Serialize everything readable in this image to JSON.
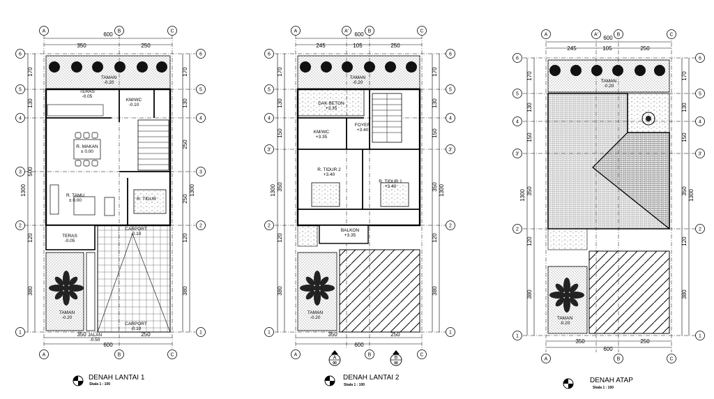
{
  "plans": [
    {
      "id": "lantai1",
      "title": "DENAH LANTAI 1",
      "scale": "Skala 1 : 100",
      "top_axes": [
        "A",
        "B",
        "C"
      ],
      "bottom_axes": [
        "A",
        "B",
        "C"
      ],
      "top_dims": [
        "600",
        "350",
        "250"
      ],
      "bottom_dims": [
        "350",
        "250",
        "600"
      ],
      "left_axes": [
        "6",
        "5",
        "4",
        "3",
        "2",
        "1"
      ],
      "right_axes": [
        "6",
        "5",
        "4",
        "3",
        "2",
        "1"
      ],
      "left_dims": [
        "170",
        "130",
        "500",
        "120",
        "380",
        "1300"
      ],
      "right_dims": [
        "170",
        "130",
        "250",
        "250",
        "120",
        "380",
        "1300"
      ],
      "rooms": [
        {
          "name": "TAMAN",
          "level": "-0.20"
        },
        {
          "name": "TERAS",
          "level": "-0.05"
        },
        {
          "name": "KM/WC",
          "level": "-0.10"
        },
        {
          "name": "R. MAKAN",
          "level": "± 0.00"
        },
        {
          "name": "R. TAMU",
          "level": "± 0.00"
        },
        {
          "name": "R. TIDUR",
          "level": ""
        },
        {
          "name": "CARPORT",
          "level": "-0.10"
        },
        {
          "name": "TERAS",
          "level": "-0.05"
        },
        {
          "name": "TAMAN",
          "level": "-0.20"
        },
        {
          "name": "CARPORT",
          "level": "-0.10"
        },
        {
          "name": "JALAN",
          "level": "-0.50"
        }
      ]
    },
    {
      "id": "lantai2",
      "title": "DENAH LANTAI 2",
      "scale": "Skala 1 : 100",
      "top_axes": [
        "A",
        "A'",
        "B",
        "C"
      ],
      "bottom_axes": [
        "A",
        "B",
        "C"
      ],
      "top_dims": [
        "600",
        "245",
        "105",
        "250"
      ],
      "bottom_dims": [
        "350",
        "250",
        "600"
      ],
      "left_axes": [
        "6",
        "5",
        "4",
        "3'",
        "2",
        "1"
      ],
      "right_axes": [
        "6",
        "5",
        "4",
        "3'",
        "2",
        "1"
      ],
      "left_dims": [
        "170",
        "130",
        "150",
        "350",
        "1300",
        "120",
        "380"
      ],
      "right_dims": [
        "170",
        "130",
        "150",
        "350",
        "1300",
        "120",
        "380"
      ],
      "rooms": [
        {
          "name": "TAMAN",
          "level": "-0.20"
        },
        {
          "name": "DAK BETON",
          "level": "+3.35"
        },
        {
          "name": "FOYER",
          "level": "+3.40"
        },
        {
          "name": "KM/WC",
          "level": "+3.35"
        },
        {
          "name": "R. TIDUR 2",
          "level": "+3.40"
        },
        {
          "name": "R. TIDUR 1",
          "level": "+3.40"
        },
        {
          "name": "BALKON",
          "level": "+3.35"
        },
        {
          "name": "TAMAN",
          "level": "-0.20"
        }
      ],
      "sections": [
        {
          "letter": "A",
          "num": "00"
        },
        {
          "letter": "B",
          "num": "00"
        }
      ]
    },
    {
      "id": "atap",
      "title": "DENAH ATAP",
      "scale": "Skala 1 : 100",
      "top_axes": [
        "A",
        "A'",
        "B",
        "C"
      ],
      "bottom_axes": [
        "A",
        "B",
        "C"
      ],
      "top_dims": [
        "600",
        "245",
        "105",
        "250"
      ],
      "bottom_dims": [
        "350",
        "250",
        "600"
      ],
      "left_axes": [
        "6",
        "5",
        "4",
        "3'",
        "2",
        "1"
      ],
      "right_axes": [
        "6",
        "5",
        "4",
        "3'",
        "2",
        "1"
      ],
      "left_dims": [
        "170",
        "130",
        "150",
        "350",
        "1300",
        "120",
        "380"
      ],
      "right_dims": [
        "170",
        "130",
        "150",
        "350",
        "1300",
        "120",
        "380"
      ],
      "rooms": [
        {
          "name": "TAMAN",
          "level": "-0.20"
        },
        {
          "name": "TAMAN",
          "level": "-0.20"
        }
      ]
    }
  ]
}
